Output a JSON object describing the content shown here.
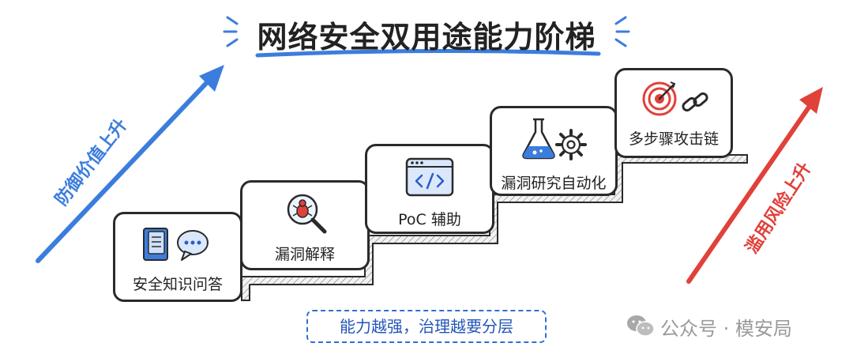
{
  "title": "网络安全双用途能力阶梯",
  "left_axis": {
    "label": "防御价值上升",
    "color": "#3b7ddd"
  },
  "right_axis": {
    "label": "滥用风险上升",
    "color": "#e0413a"
  },
  "steps": [
    {
      "label": "安全知识问答",
      "icons": [
        "book-icon",
        "speech-bubble-icon"
      ]
    },
    {
      "label": "漏洞解释",
      "icons": [
        "magnifier-bug-icon"
      ]
    },
    {
      "label": "PoC 辅助",
      "icons": [
        "code-window-icon"
      ]
    },
    {
      "label": "漏洞研究自动化",
      "icons": [
        "flask-icon",
        "gear-icon"
      ]
    },
    {
      "label": "多步骤攻击链",
      "icons": [
        "target-icon",
        "chain-link-icon"
      ]
    }
  ],
  "bottom_note": "能力越强，治理越要分层",
  "watermark": {
    "text": "公众号 · 模安局",
    "icon": "wechat-icon"
  },
  "colors": {
    "accent_blue": "#3b7ddd",
    "accent_red": "#e0413a",
    "ink": "#222222"
  }
}
